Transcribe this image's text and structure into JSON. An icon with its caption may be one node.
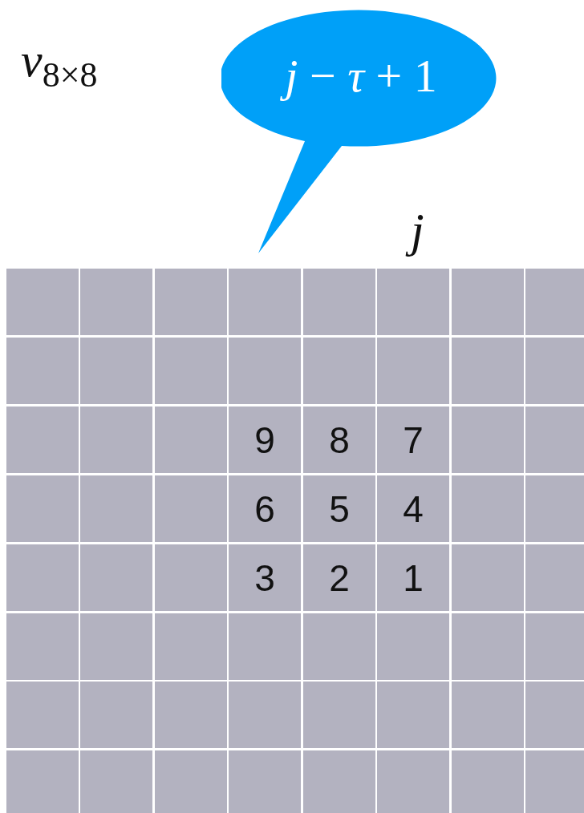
{
  "diagram": {
    "nodes": [
      {
        "text": [
          "*j* − *τ* + 1"
        ]
      }
    ],
    "labels": [
      "*v*$_{8×8}$",
      "*j*",
      "9",
      "8",
      "7",
      "6",
      "5",
      "4",
      "3",
      "2",
      "1"
    ]
  }
}
